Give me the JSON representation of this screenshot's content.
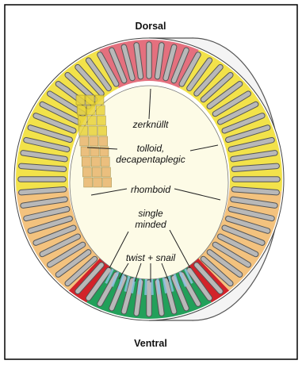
{
  "labels": {
    "dorsal": "Dorsal",
    "ventral": "Ventral"
  },
  "genes": {
    "zerknullt": "zerknüllt",
    "tolloid": "tolloid,",
    "decapentaplegic": "decapentaplegic",
    "rhomboid": "rhomboid",
    "single": "single",
    "minded": "minded",
    "twist_snail": "twist + snail"
  },
  "colors": {
    "zerknullt": "#e4707e",
    "tolloid_dpp": "#f2e24a",
    "rhomboid": "#f3c27e",
    "single_minded": "#d2232a",
    "twist_snail": "#22a05a",
    "twist_snail_inner": "#8ec6e6",
    "cell_nucleus": "#b8b8b8",
    "disc_edge": "#f4f4f4",
    "lumen": "#fdfbe6"
  }
}
